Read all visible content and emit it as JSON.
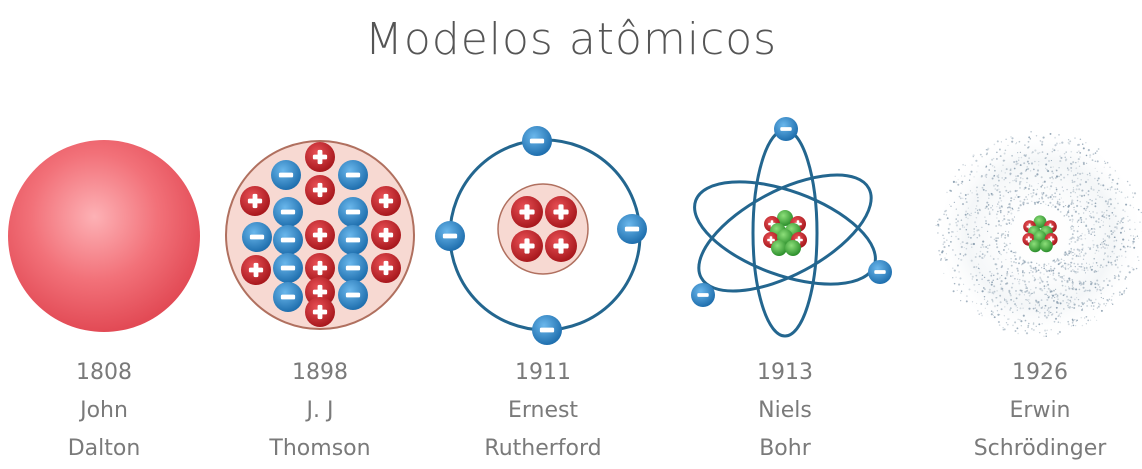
{
  "title": "Modelos atômicos",
  "colors": {
    "positive": "#c72a2d",
    "negative": "#2f86c9",
    "neutron": "#3aa83a",
    "orbit": "#23668f",
    "dalton": "#ee5a64",
    "thomson_fill": "#f6d6cf"
  },
  "models": [
    {
      "year": "1808",
      "first": "John",
      "last": "Dalton"
    },
    {
      "year": "1898",
      "first": "J. J",
      "last": "Thomson"
    },
    {
      "year": "1911",
      "first": "Ernest",
      "last": "Rutherford"
    },
    {
      "year": "1913",
      "first": "Niels",
      "last": "Bohr"
    },
    {
      "year": "1926",
      "first": "Erwin",
      "last": "Schrödinger"
    }
  ]
}
